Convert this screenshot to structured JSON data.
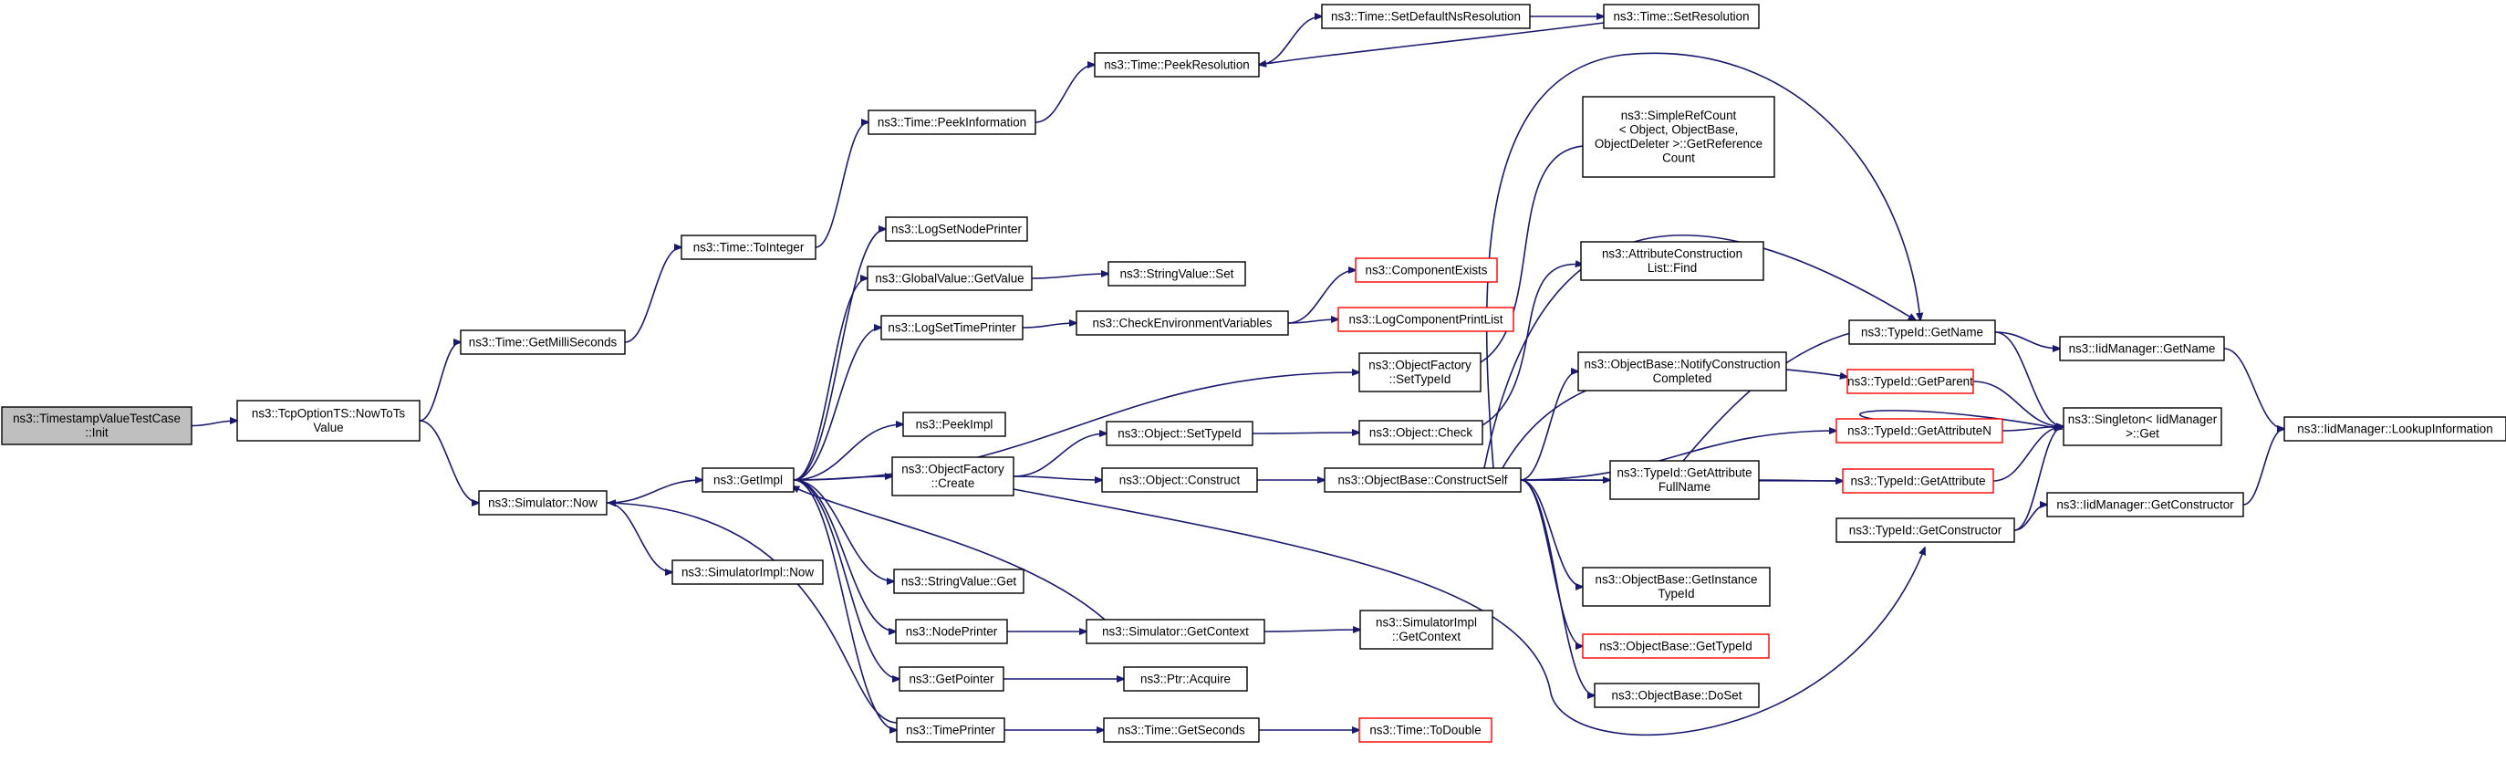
{
  "nodes": [
    {
      "id": "root",
      "lines": [
        "ns3::TimestampValueTestCase",
        "::Init"
      ],
      "style": "root"
    },
    {
      "id": "nowtots",
      "lines": [
        "ns3::TcpOptionTS::NowToTs",
        "Value"
      ],
      "style": "normal"
    },
    {
      "id": "getmilli",
      "lines": [
        "ns3::Time::GetMilliSeconds"
      ],
      "style": "normal"
    },
    {
      "id": "simnow",
      "lines": [
        "ns3::Simulator::Now"
      ],
      "style": "normal"
    },
    {
      "id": "tointeger",
      "lines": [
        "ns3::Time::ToInteger"
      ],
      "style": "normal"
    },
    {
      "id": "getimpl",
      "lines": [
        "ns3::GetImpl"
      ],
      "style": "normal"
    },
    {
      "id": "simimplnow",
      "lines": [
        "ns3::SimulatorImpl::Now"
      ],
      "style": "normal"
    },
    {
      "id": "peekinfo",
      "lines": [
        "ns3::Time::PeekInformation"
      ],
      "style": "normal"
    },
    {
      "id": "peekres",
      "lines": [
        "ns3::Time::PeekResolution"
      ],
      "style": "normal"
    },
    {
      "id": "setdefres",
      "lines": [
        "ns3::Time::SetDefaultNsResolution"
      ],
      "style": "normal"
    },
    {
      "id": "setres",
      "lines": [
        "ns3::Time::SetResolution"
      ],
      "style": "normal"
    },
    {
      "id": "logsetnode",
      "lines": [
        "ns3::LogSetNodePrinter"
      ],
      "style": "normal"
    },
    {
      "id": "globalget",
      "lines": [
        "ns3::GlobalValue::GetValue"
      ],
      "style": "normal"
    },
    {
      "id": "strset",
      "lines": [
        "ns3::StringValue::Set"
      ],
      "style": "normal"
    },
    {
      "id": "logsettime",
      "lines": [
        "ns3::LogSetTimePrinter"
      ],
      "style": "normal"
    },
    {
      "id": "checkenv",
      "lines": [
        "ns3::CheckEnvironmentVariables"
      ],
      "style": "normal"
    },
    {
      "id": "compexists",
      "lines": [
        "ns3::ComponentExists"
      ],
      "style": "red"
    },
    {
      "id": "logcomplist",
      "lines": [
        "ns3::LogComponentPrintList"
      ],
      "style": "red"
    },
    {
      "id": "peekimpl",
      "lines": [
        "ns3::PeekImpl"
      ],
      "style": "normal"
    },
    {
      "id": "ofcreate",
      "lines": [
        "ns3::ObjectFactory",
        "::Create"
      ],
      "style": "normal"
    },
    {
      "id": "objsettypeid",
      "lines": [
        "ns3::Object::SetTypeId"
      ],
      "style": "normal"
    },
    {
      "id": "objcheck",
      "lines": [
        "ns3::Object::Check"
      ],
      "style": "normal"
    },
    {
      "id": "ofsettypeid",
      "lines": [
        "ns3::ObjectFactory",
        "::SetTypeId"
      ],
      "style": "normal"
    },
    {
      "id": "objconstruct",
      "lines": [
        "ns3::Object::Construct"
      ],
      "style": "normal"
    },
    {
      "id": "constructself",
      "lines": [
        "ns3::ObjectBase::ConstructSelf"
      ],
      "style": "normal"
    },
    {
      "id": "strget",
      "lines": [
        "ns3::StringValue::Get"
      ],
      "style": "normal"
    },
    {
      "id": "nodeprinter",
      "lines": [
        "ns3::NodePrinter"
      ],
      "style": "normal"
    },
    {
      "id": "simgetctx",
      "lines": [
        "ns3::Simulator::GetContext"
      ],
      "style": "normal"
    },
    {
      "id": "simimplgetctx",
      "lines": [
        "ns3::SimulatorImpl",
        "::GetContext"
      ],
      "style": "normal"
    },
    {
      "id": "getpointer",
      "lines": [
        "ns3::GetPointer"
      ],
      "style": "normal"
    },
    {
      "id": "ptracquire",
      "lines": [
        "ns3::Ptr::Acquire"
      ],
      "style": "normal"
    },
    {
      "id": "timeprinter",
      "lines": [
        "ns3::TimePrinter"
      ],
      "style": "normal"
    },
    {
      "id": "getseconds",
      "lines": [
        "ns3::Time::GetSeconds"
      ],
      "style": "normal"
    },
    {
      "id": "todouble",
      "lines": [
        "ns3::Time::ToDouble"
      ],
      "style": "red"
    },
    {
      "id": "simplerefcount",
      "lines": [
        "ns3::SimpleRefCount",
        "< Object, ObjectBase,",
        "ObjectDeleter >::GetReference",
        "Count"
      ],
      "style": "normal"
    },
    {
      "id": "attrconsfind",
      "lines": [
        "ns3::AttributeConstruction",
        "List::Find"
      ],
      "style": "normal"
    },
    {
      "id": "notifycons",
      "lines": [
        "ns3::ObjectBase::NotifyConstruction",
        "Completed"
      ],
      "style": "normal"
    },
    {
      "id": "getattrfull",
      "lines": [
        "ns3::TypeId::GetAttribute",
        "FullName"
      ],
      "style": "normal"
    },
    {
      "id": "getinsttypeid",
      "lines": [
        "ns3::ObjectBase::GetInstance",
        "TypeId"
      ],
      "style": "normal"
    },
    {
      "id": "obgettypeid",
      "lines": [
        "ns3::ObjectBase::GetTypeId"
      ],
      "style": "red"
    },
    {
      "id": "doset",
      "lines": [
        "ns3::ObjectBase::DoSet"
      ],
      "style": "normal"
    },
    {
      "id": "tgetname",
      "lines": [
        "ns3::TypeId::GetName"
      ],
      "style": "normal"
    },
    {
      "id": "tgetparent",
      "lines": [
        "ns3::TypeId::GetParent"
      ],
      "style": "red"
    },
    {
      "id": "tgetattrn",
      "lines": [
        "ns3::TypeId::GetAttributeN"
      ],
      "style": "red"
    },
    {
      "id": "tgetattr",
      "lines": [
        "ns3::TypeId::GetAttribute"
      ],
      "style": "red"
    },
    {
      "id": "tgetctor",
      "lines": [
        "ns3::TypeId::GetConstructor"
      ],
      "style": "normal"
    },
    {
      "id": "iidgetname",
      "lines": [
        "ns3::IidManager::GetName"
      ],
      "style": "normal"
    },
    {
      "id": "singleton",
      "lines": [
        "ns3::Singleton< IidManager",
        ">::Get"
      ],
      "style": "normal"
    },
    {
      "id": "iidgetctor",
      "lines": [
        "ns3::IidManager::GetConstructor"
      ],
      "style": "normal"
    },
    {
      "id": "lookupinfo",
      "lines": [
        "ns3::IidManager::LookupInformation"
      ],
      "style": "normal"
    }
  ]
}
